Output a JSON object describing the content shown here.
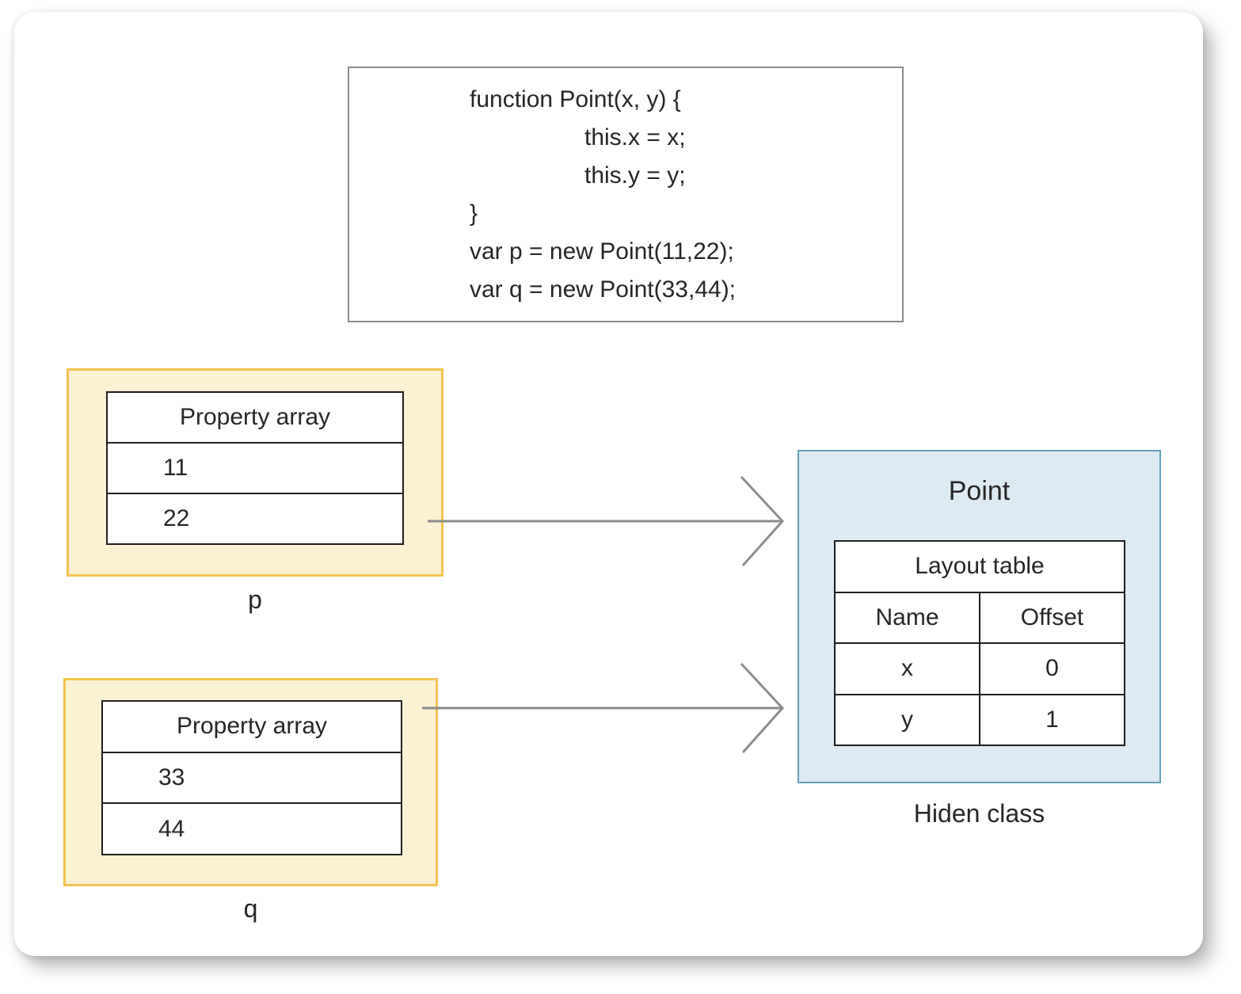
{
  "code_box": {
    "lines": [
      "function Point(x, y) {",
      "this.x = x;",
      "this.y = y;",
      "}",
      "var p = new Point(11,22);",
      "var q = new Point(33,44);"
    ]
  },
  "objects": [
    {
      "label": "p",
      "table_header": "Property array",
      "values": [
        "11",
        "22"
      ]
    },
    {
      "label": "q",
      "table_header": "Property array",
      "values": [
        "33",
        "44"
      ]
    }
  ],
  "hidden_class": {
    "title": "Point",
    "table_header": "Layout table",
    "columns": [
      "Name",
      "Offset"
    ],
    "rows": [
      [
        "x",
        "0"
      ],
      [
        "y",
        "1"
      ]
    ],
    "caption": "Hiden class"
  },
  "colors": {
    "object_fill": "#FBF1D3",
    "object_border": "#F3C24F",
    "hidden_class_fill": "#DEEAF1",
    "hidden_class_border": "#64A0BC",
    "table_border": "#1F1F1F",
    "arrow": "#8C8C8C",
    "code_box_border": "#8A8A8A",
    "text": "#262626"
  }
}
